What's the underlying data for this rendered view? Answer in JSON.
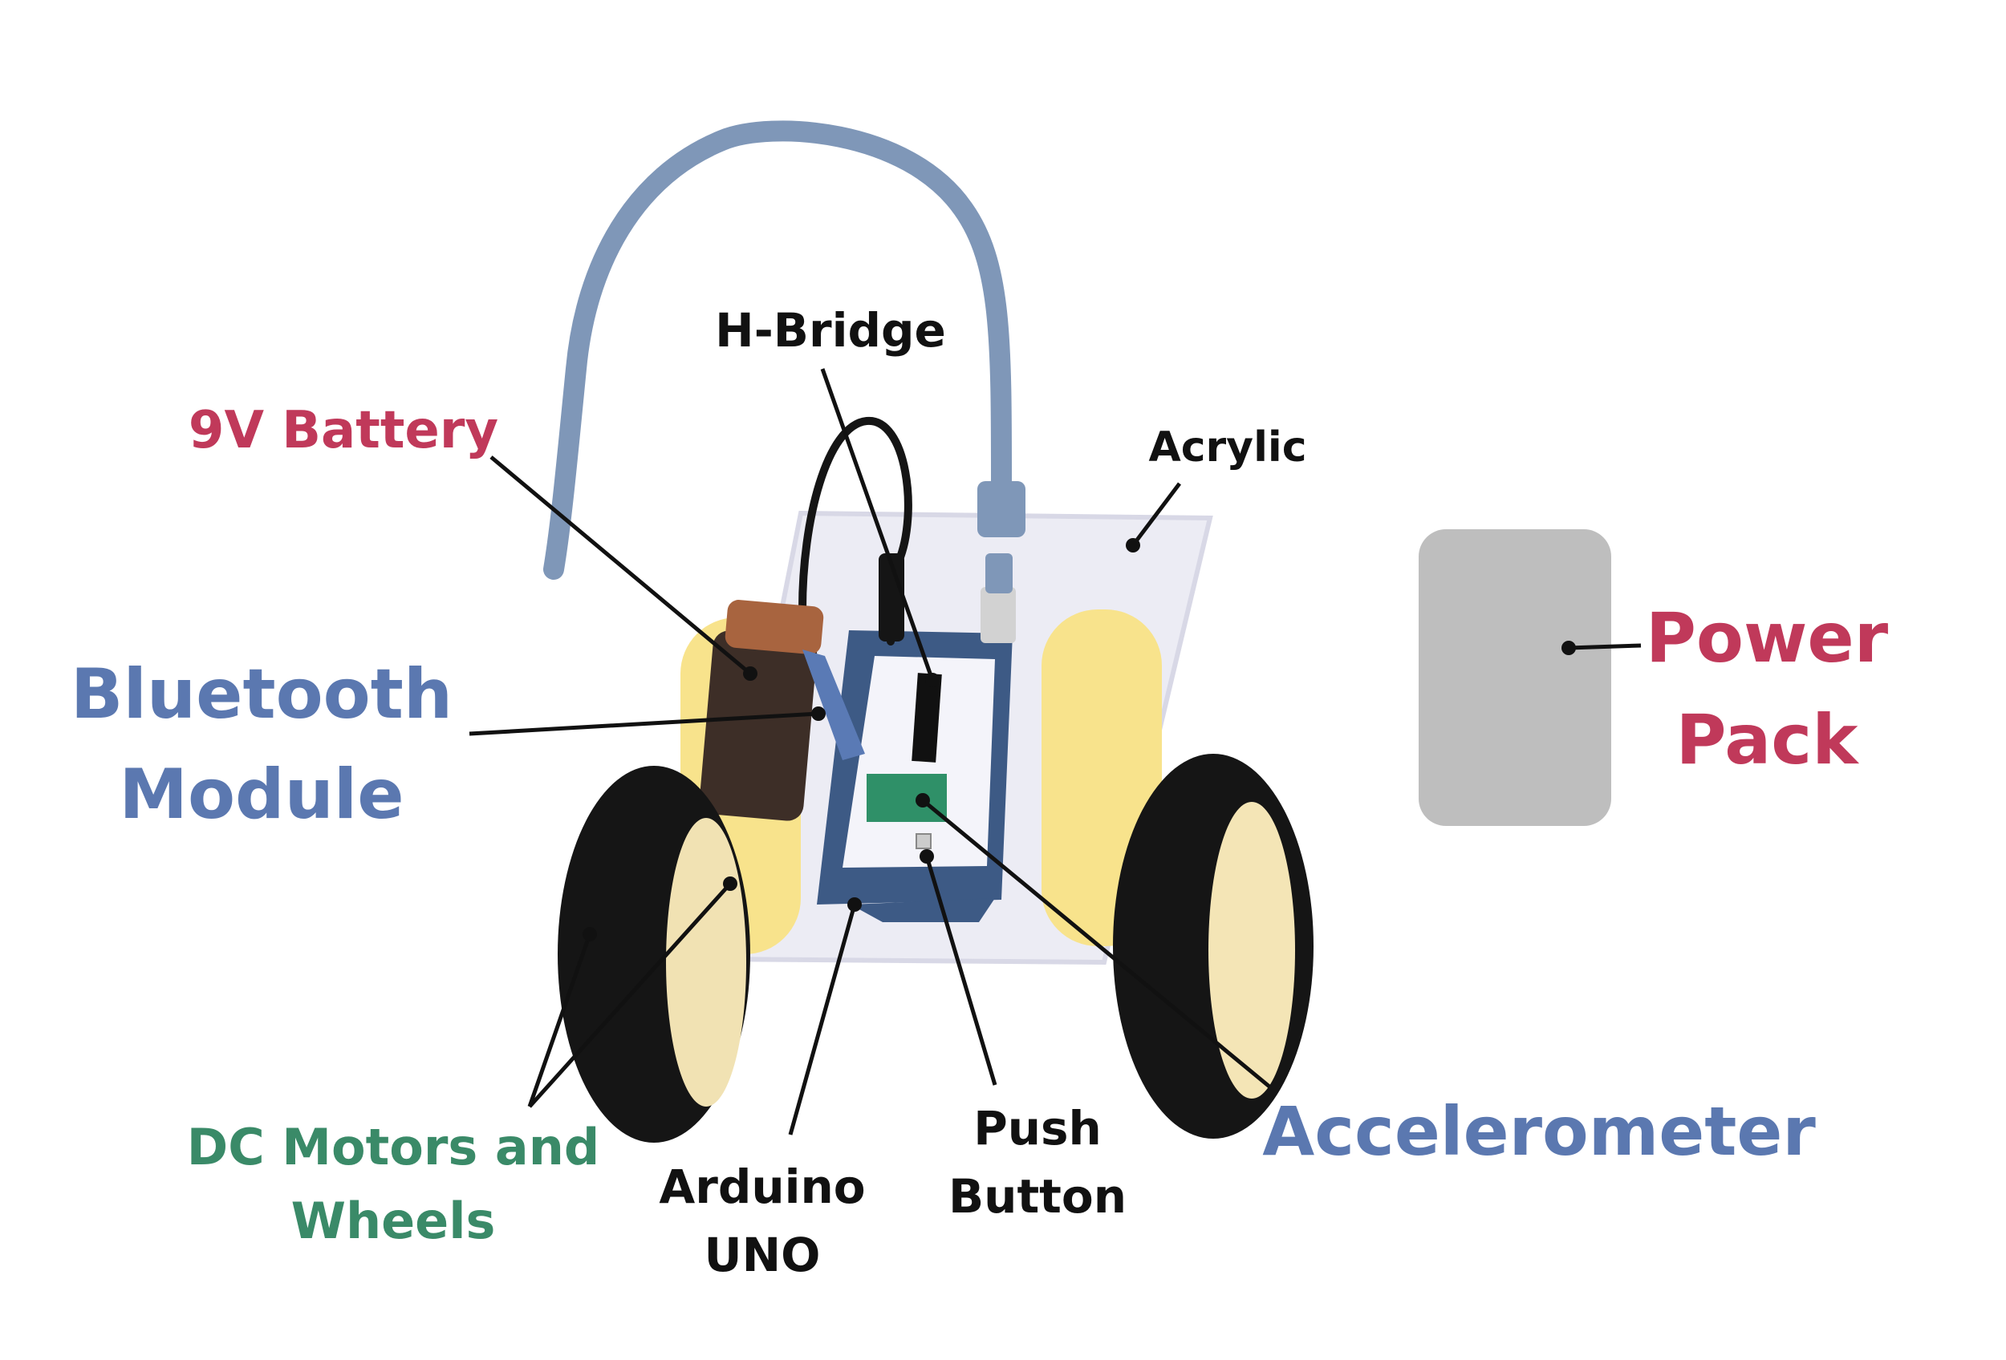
{
  "labels": {
    "battery": "9V Battery",
    "hbridge": "H-Bridge",
    "acrylic": "Acrylic",
    "bluetooth_line1": "Bluetooth",
    "bluetooth_line2": "Module",
    "power_line1": "Power",
    "power_line2": "Pack",
    "motors_line1": "DC Motors and",
    "motors_line2": "Wheels",
    "arduino_line1": "Arduino",
    "arduino_line2": "UNO",
    "button_line1": "Push",
    "button_line2": "Button",
    "accelerometer": "Accelerometer"
  },
  "colors": {
    "red_label": "#c0395a",
    "blue_label": "#5b78b0",
    "green_label": "#3a8a68",
    "black_label": "#111111",
    "cable": "#7f97b8",
    "power_pack": "#bebebe",
    "acrylic": "#ececf4",
    "arduino_board": "#3d5a85",
    "motor_yellow": "#f8e38c",
    "wheel": "#151515",
    "battery_body": "#3d2e27",
    "battery_cap": "#a8643f",
    "accelerometer_chip": "#2f9068",
    "bluetooth_module": "#5a7ab5"
  }
}
